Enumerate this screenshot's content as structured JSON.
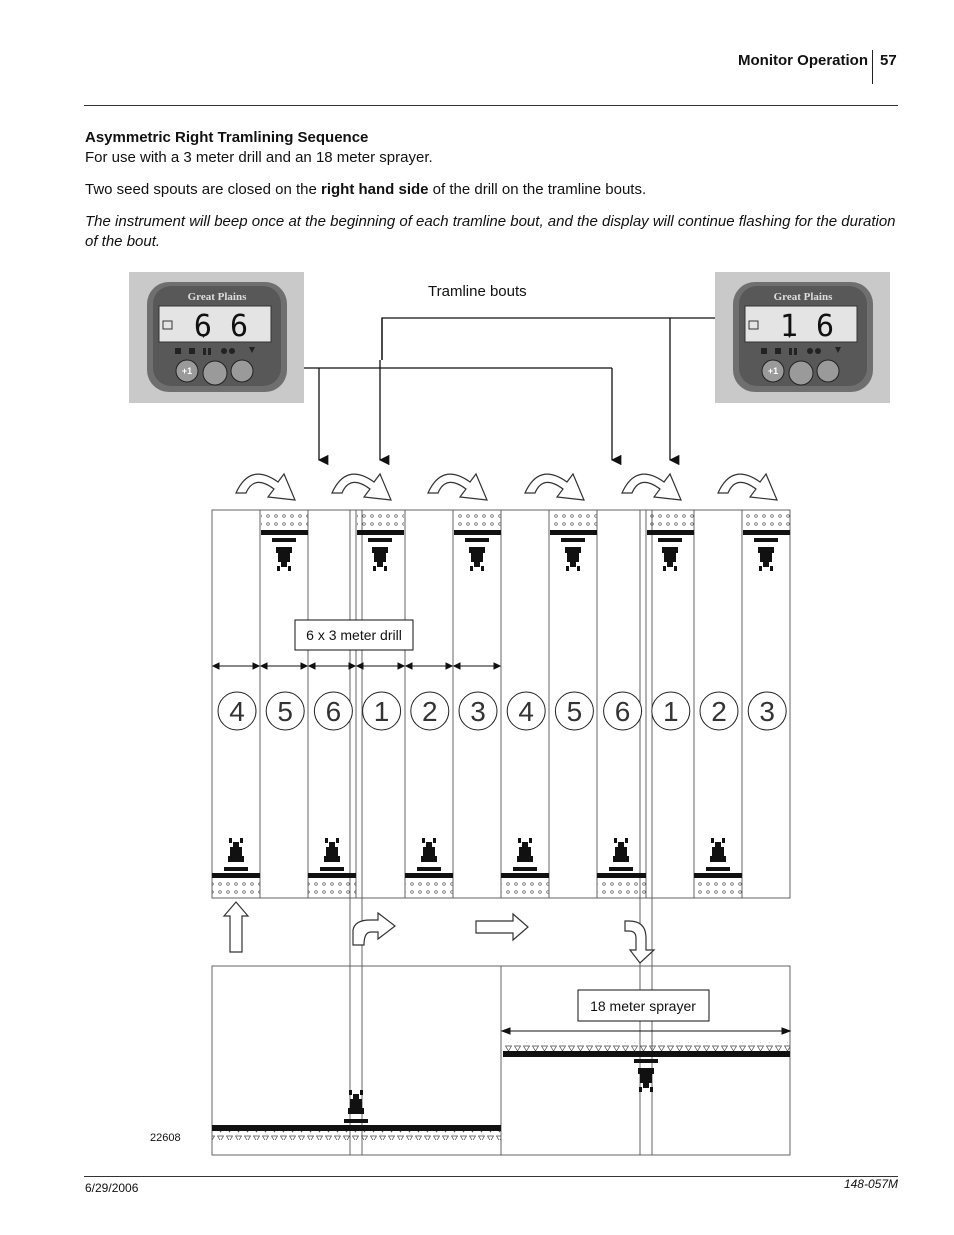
{
  "header": {
    "section": "Monitor Operation",
    "page_number": "57"
  },
  "content": {
    "heading": "Asymmetric Right Tramlining Sequence",
    "line1": "For use with a 3 meter drill and an 18 meter sprayer.",
    "para2_before": "Two seed spouts are closed on the ",
    "para2_bold": "right hand side",
    "para2_after": " of the drill on the tramline bouts.",
    "note": "The instrument will beep once at the beginning of each tramline bout, and the display will continue flashing for the duration of the bout."
  },
  "figure": {
    "tramline_label": "Tramline bouts",
    "drill_label": "6 x 3 meter drill",
    "sprayer_label": "18 meter sprayer",
    "figure_id": "22608",
    "monitor_left": {
      "brand": "Great Plains",
      "display": "6 6",
      "button_plus": "+1"
    },
    "monitor_right": {
      "brand": "Great Plains",
      "display": "1 6",
      "button_plus": "+1"
    },
    "bout_numbers": [
      "4",
      "5",
      "6",
      "1",
      "2",
      "3",
      "4",
      "5",
      "6",
      "1",
      "2",
      "3"
    ]
  },
  "footer": {
    "date": "6/29/2006",
    "doc_number": "148-057M"
  }
}
